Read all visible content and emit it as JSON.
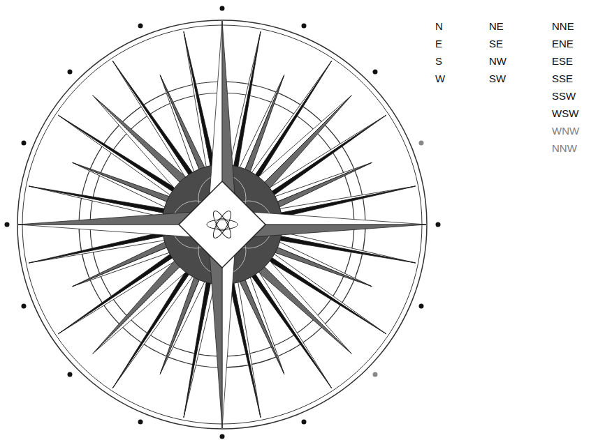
{
  "diagram": {
    "labels": [
      "N",
      "E",
      "S",
      "W",
      "NE",
      "SE",
      "NW",
      "SW",
      "NNE",
      "ENE",
      "ESE",
      "SSE",
      "SSW",
      "WSW",
      "WNW",
      "NNW"
    ]
  }
}
